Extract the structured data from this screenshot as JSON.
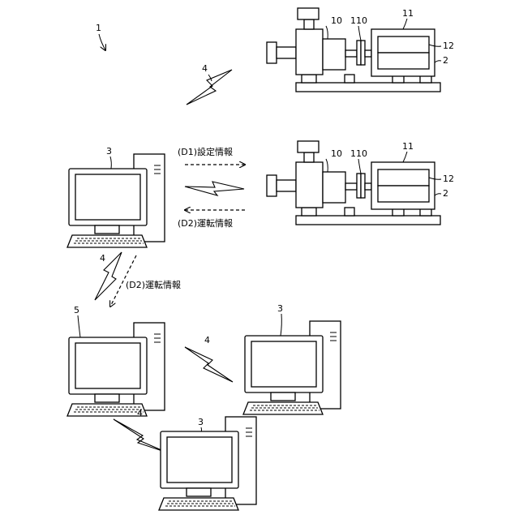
{
  "figure_number": "1",
  "devices": [
    {
      "id": "pump-unit-top",
      "labels": {
        "pump": "10",
        "coupling": "110",
        "motor": "11",
        "inverter": "12",
        "pump_system": "2"
      }
    },
    {
      "id": "pump-unit-middle",
      "labels": {
        "pump": "10",
        "coupling": "110",
        "motor": "11",
        "inverter": "12",
        "pump_system": "2"
      }
    },
    {
      "id": "setting-terminal",
      "label": "3"
    },
    {
      "id": "server",
      "label": "5"
    },
    {
      "id": "terminal-right",
      "label": "3"
    },
    {
      "id": "terminal-bottom",
      "label": "3"
    }
  ],
  "wireless": [
    {
      "id": "link-top",
      "label": "4"
    },
    {
      "id": "link-middle",
      "label": ""
    },
    {
      "id": "link-server",
      "label": "4"
    },
    {
      "id": "link-server-terminal",
      "label": "4"
    },
    {
      "id": "link-bottom",
      "label": "4"
    }
  ],
  "flows": {
    "setting_info": "(D1)設定情報",
    "operation_info_to_terminal": "(D2)運転情報",
    "operation_info_to_server": "(D2)運転情報"
  }
}
